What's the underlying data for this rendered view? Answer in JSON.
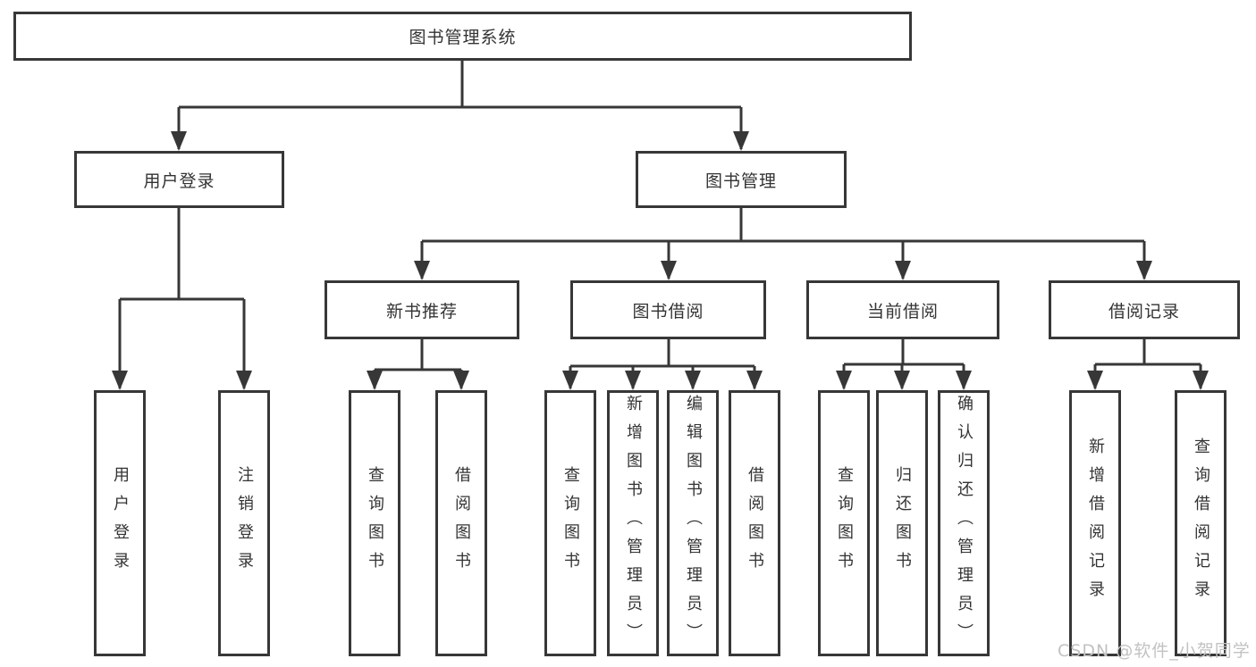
{
  "page": {
    "background_color": "#ffffff",
    "line_color": "#373737",
    "text_color": "#333333"
  },
  "watermark": {
    "text": "CSDN @软件_小贺同学",
    "color": "#c2c2c2"
  },
  "tree": {
    "root": {
      "label": "图书管理系统",
      "children": [
        {
          "label": "用户登录",
          "children": [
            {
              "label": "用户登录"
            },
            {
              "label": "注销登录"
            }
          ]
        },
        {
          "label": "图书管理",
          "children": [
            {
              "label": "新书推荐",
              "children": [
                {
                  "label": "查询图书"
                },
                {
                  "label": "借阅图书"
                }
              ]
            },
            {
              "label": "图书借阅",
              "children": [
                {
                  "label": "查询图书"
                },
                {
                  "label": "新增图书（管理员）"
                },
                {
                  "label": "编辑图书（管理员）"
                },
                {
                  "label": "借阅图书"
                }
              ]
            },
            {
              "label": "当前借阅",
              "children": [
                {
                  "label": "查询图书"
                },
                {
                  "label": "归还图书"
                },
                {
                  "label": "确认归还（管理员）"
                }
              ]
            },
            {
              "label": "借阅记录",
              "children": [
                {
                  "label": "新增借阅记录"
                },
                {
                  "label": "查询借阅记录"
                }
              ]
            }
          ]
        }
      ]
    }
  }
}
